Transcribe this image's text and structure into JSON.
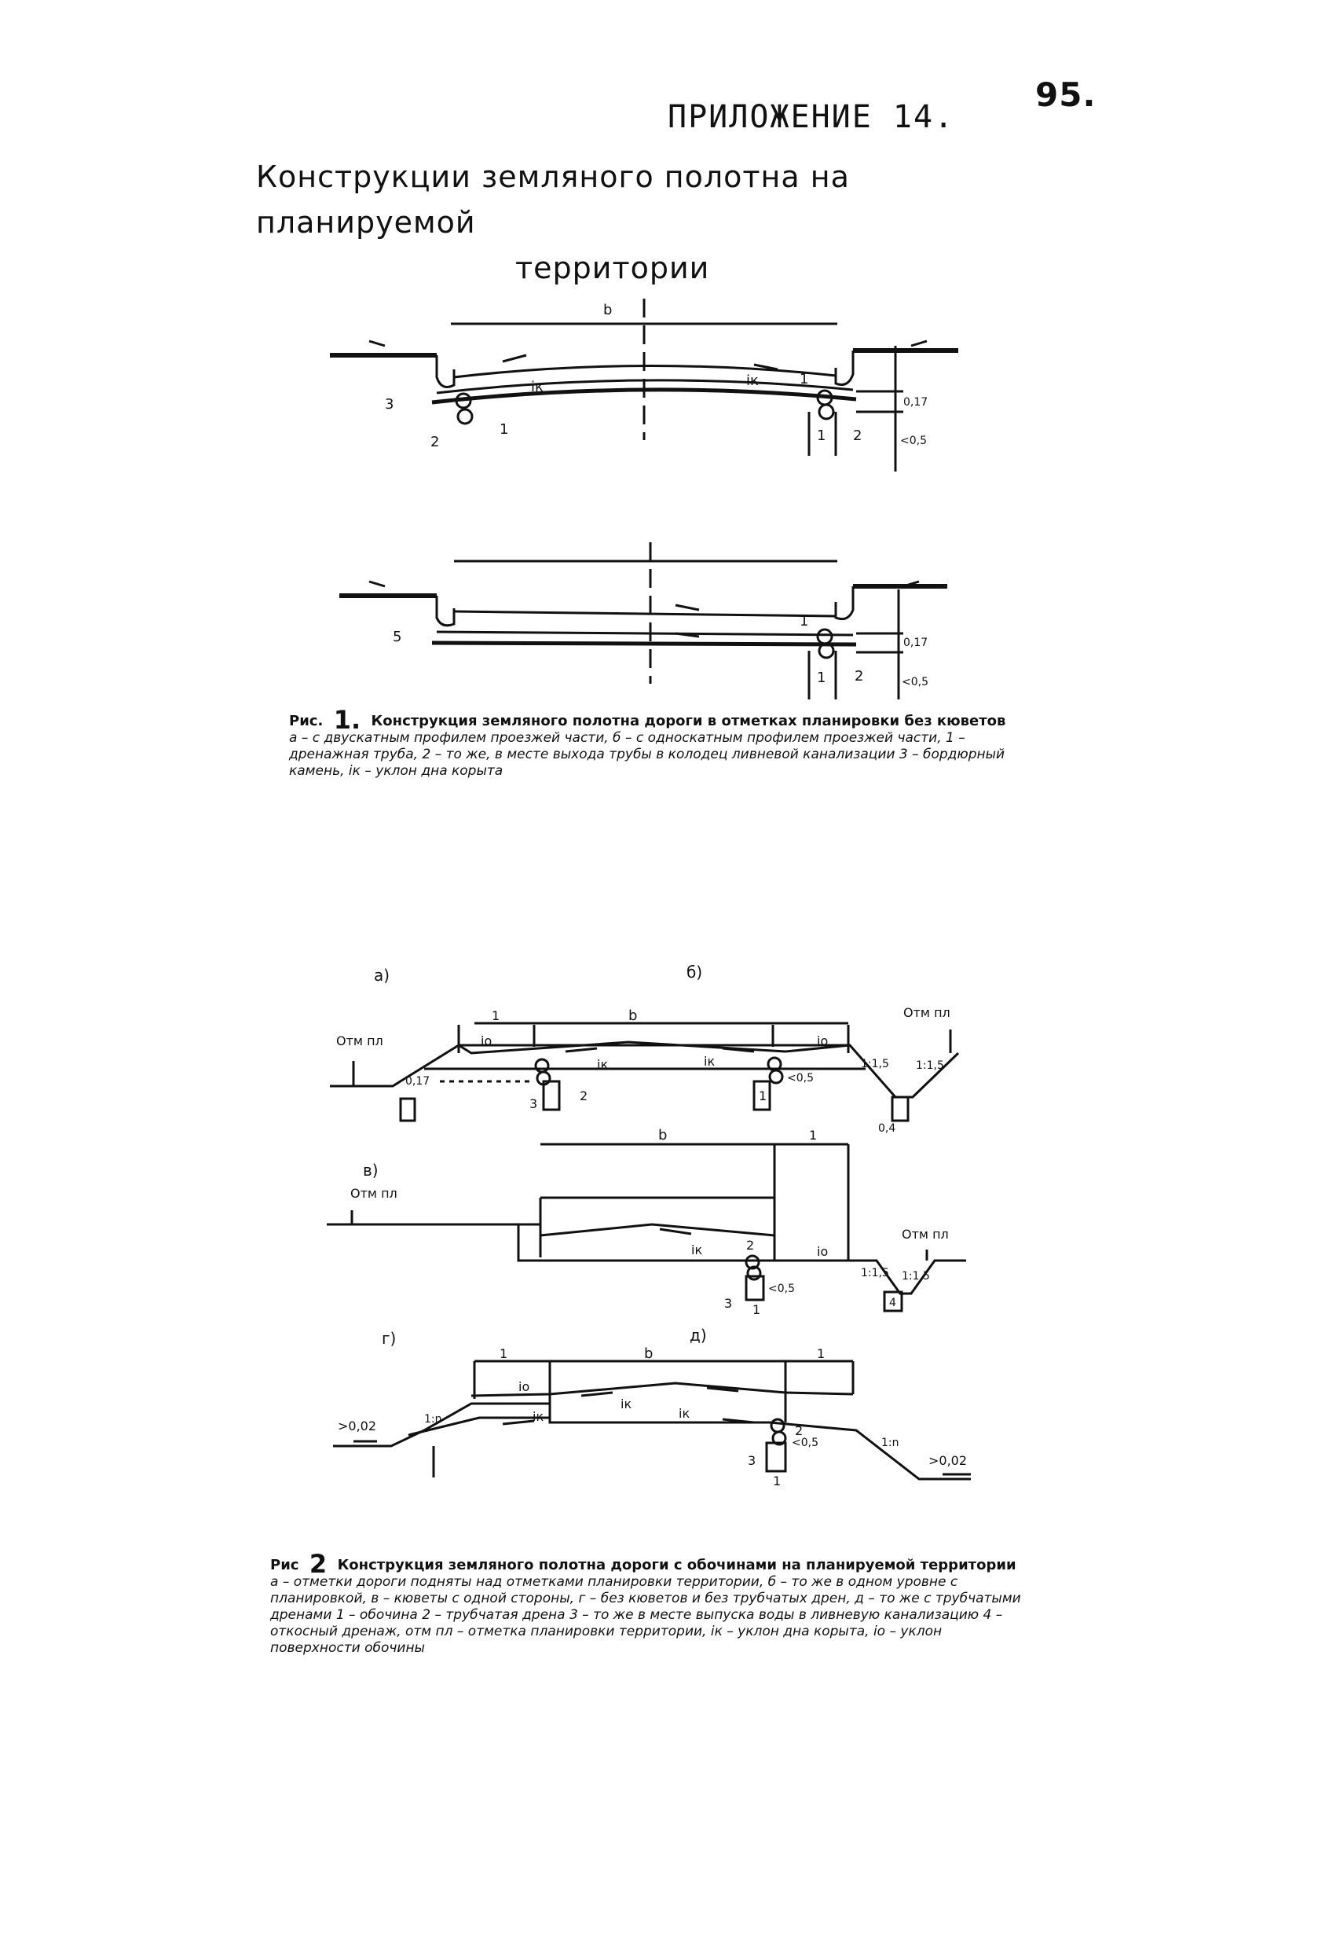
{
  "page_number": "95.",
  "appendix_label": "ПРИЛОЖЕНИЕ 14.",
  "title_line1": "Конструкции земляного полотна на планируемой",
  "title_line2": "территории",
  "figure1": {
    "labels": {
      "b": "b",
      "ik": "iк",
      "d017": "0,17",
      "d05": "<0,5",
      "n1": "1",
      "n2": "2",
      "n3": "3",
      "n5": "5"
    },
    "caption": {
      "prefix": "Рис.",
      "number": "1.",
      "title": "Конструкция земляного полотна дороги в отметках планировки без кюветов",
      "body": "а – с двускатным профилем проезжей части, б – с односкатным профилем проезжей части, 1 – дренажная труба, 2 – то же, в месте выхода трубы в колодец ливневой канализации 3 – бордюрный камень, iк – уклон дна корыта"
    }
  },
  "figure2": {
    "labels": {
      "a": "а)",
      "b_top": "б)",
      "v": "в)",
      "g": "г)",
      "d": "д)",
      "b": "b",
      "otm": "Отм пл",
      "io": "iо",
      "ik": "iк",
      "d05": "<0,5",
      "d04": "0,4",
      "d017": "0,17",
      "s15": "1:1,5",
      "s1n": "1:n",
      "d002": ">0,02",
      "n1": "1",
      "n2": "2",
      "n3": "3",
      "n4": "4"
    },
    "caption": {
      "prefix": "Рис",
      "number": "2",
      "title": "Конструкция земляного полотна дороги с обочинами на планируемой территории",
      "body": "а – отметки дороги подняты над отметками планировки территории, б – то же в одном уровне с планировкой, в – кюветы с одной стороны, г – без кюветов и без трубчатых дрен, д – то же с трубчатыми дренами 1 – обочина 2 – трубчатая дрена 3 – то же в месте выпуска воды в ливневую канализацию 4 – откосный дренаж, отм пл – отметка планировки территории, iк – уклон дна корыта, iо – уклон поверхности обочины"
    }
  }
}
